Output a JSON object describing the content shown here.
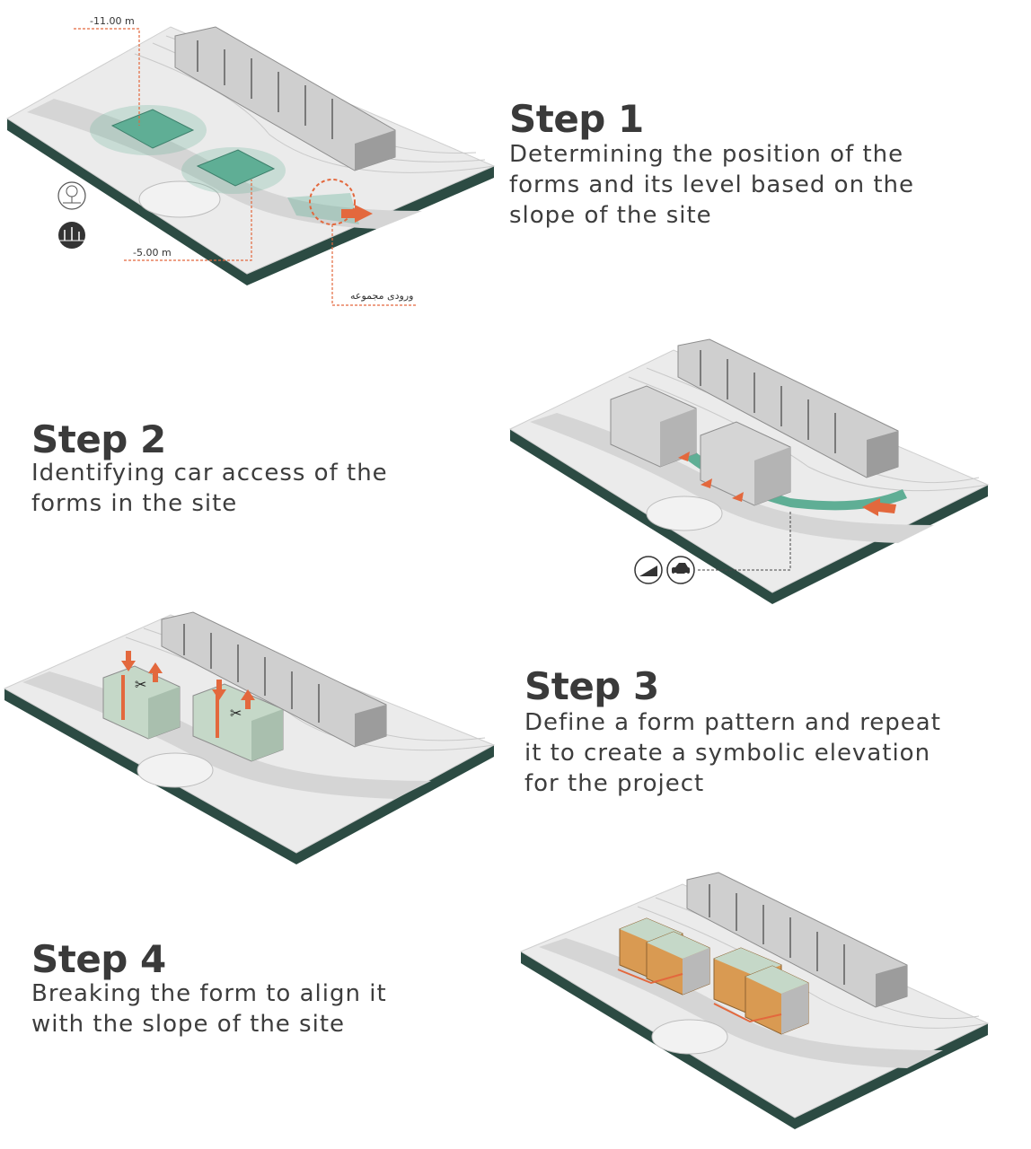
{
  "colors": {
    "slab_side": "#2c4b43",
    "ground": "#e9e9e9",
    "road": "#d6d6d6",
    "green": "#5fae95",
    "accent": "#e3683d",
    "building": "#cfcfcf",
    "building_dark": "#8e8e8e",
    "form": "#b9b9b9",
    "wood": "#d99a52"
  },
  "step1": {
    "title": "Step 1",
    "desc_lines": [
      "Determining the position of the",
      "forms and its level based on the",
      "slope of the site"
    ],
    "level_top": "-11.00 m",
    "level_bottom": "-5.00 m",
    "entrance_label": "ورودی مجموعه"
  },
  "step2": {
    "title": "Step 2",
    "desc_lines": [
      "Identifying car access of the",
      "forms in the site"
    ]
  },
  "step3": {
    "title": "Step 3",
    "desc_lines": [
      "Define a form pattern and repeat",
      "it to create a symbolic elevation",
      "for the project"
    ]
  },
  "step4": {
    "title": "Step 4",
    "desc_lines": [
      "Breaking the form to align it",
      "with the slope of the site"
    ]
  },
  "icons": [
    "tree-icon",
    "forest-icon",
    "slope-icon",
    "car-icon"
  ]
}
